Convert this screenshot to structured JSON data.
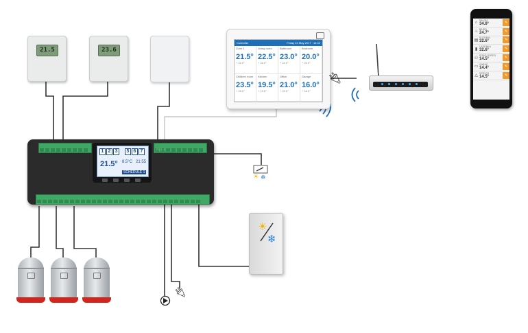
{
  "colors": {
    "terminal_green": "#3fa864",
    "wire": "#333333",
    "wireless": "#1f6fb5",
    "actuator_red": "#d0261e",
    "accent_orange": "#f19a2c"
  },
  "thermostats": [
    {
      "display": "21.5"
    },
    {
      "display": "23.6"
    }
  ],
  "panel": {
    "header_left": "Controller",
    "header_right": "Friday 24 May 2017 · 14:02",
    "zones": [
      {
        "name": "Zone 1",
        "temp": "21.5°",
        "set": "+ 22.0°"
      },
      {
        "name": "Living room",
        "temp": "22.5°",
        "set": "+ 23.0°"
      },
      {
        "name": "Bathroom",
        "temp": "23.0°",
        "set": "+ 24.0°"
      },
      {
        "name": "Bedroom",
        "temp": "20.0°",
        "set": "+ 20.0°"
      },
      {
        "name": "Children room",
        "temp": "23.5°",
        "set": "+ 23.0°"
      },
      {
        "name": "Kitchen",
        "temp": "19.5°",
        "set": "+ 19.5°"
      },
      {
        "name": "Office",
        "temp": "21.0°",
        "set": "+ 20.0°"
      },
      {
        "name": "Garage",
        "temp": "16.0°",
        "set": "+ 16.0°"
      }
    ]
  },
  "phone": {
    "rows": [
      {
        "icon": "⌂",
        "label": "SALON",
        "value": "34.8°"
      },
      {
        "icon": "♨",
        "label": "BIURO",
        "value": "24.7°"
      },
      {
        "icon": "▤",
        "label": "KUCHNIA",
        "value": "32.6°"
      },
      {
        "icon": "▮",
        "label": "LAZIENKA",
        "value": "32.6°"
      },
      {
        "icon": "⚇",
        "label": "POKÓJ DZIECI",
        "value": "14.5°"
      },
      {
        "icon": "▭",
        "label": "GARAŻ",
        "value": "14.4°"
      },
      {
        "icon": "△",
        "label": "STRYCH",
        "value": "14.5°"
      }
    ]
  },
  "controller": {
    "zones": [
      "1",
      "2",
      "3",
      "5",
      "6",
      "7"
    ],
    "temp": "21.5°",
    "set_temp": "8.5°C",
    "time": "21:55",
    "mode": "SCHEDULE 1",
    "model": "EU-L-4"
  },
  "icons": {
    "plug": "plug-icon",
    "pump": "pump-icon",
    "sun": "sun-icon",
    "snow": "snowflake-icon",
    "wifi": "wifi-icon"
  }
}
